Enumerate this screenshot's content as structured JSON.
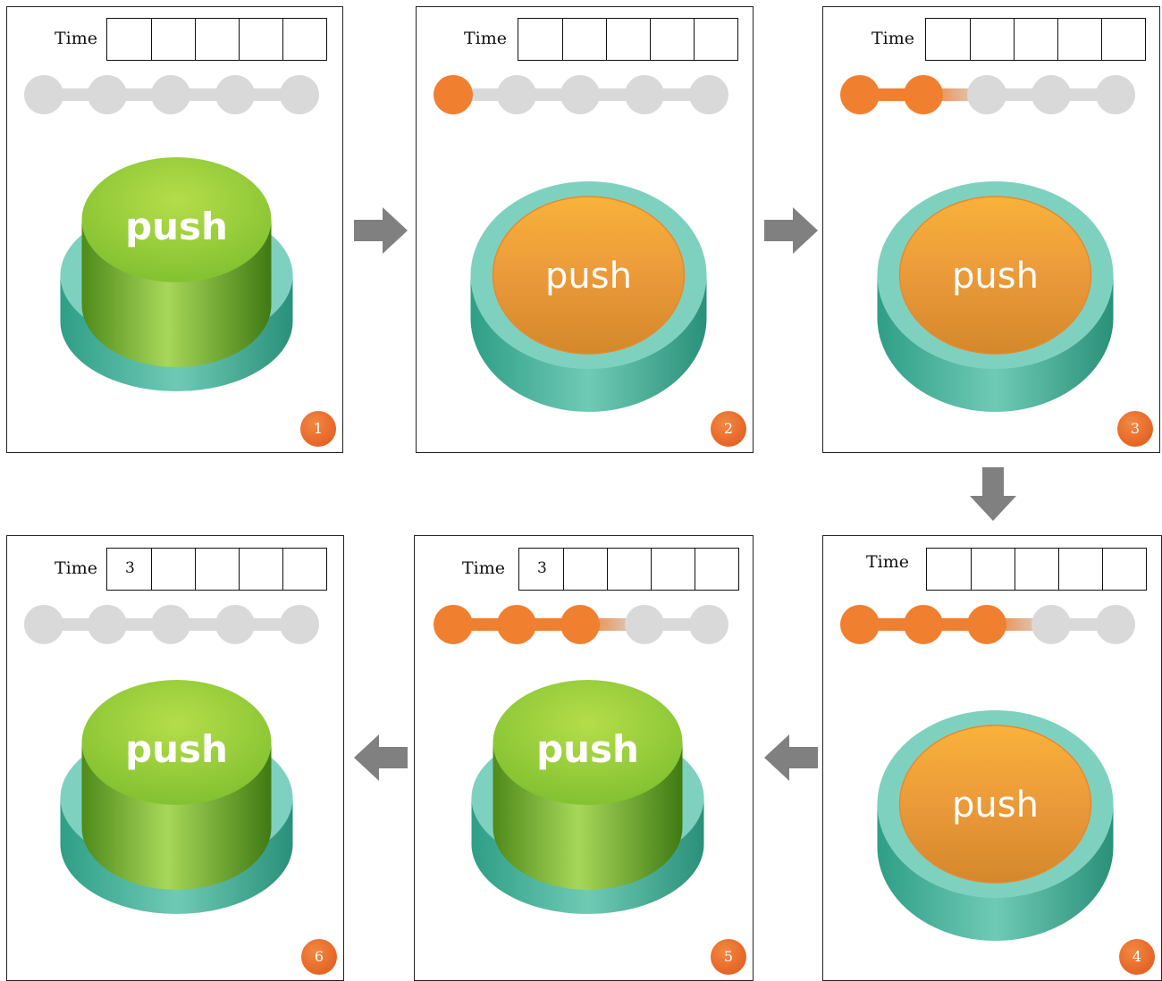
{
  "panels": [
    {
      "step": "1",
      "time_label": "Time",
      "time_cells": [
        "",
        "",
        "",
        "",
        ""
      ],
      "filled_dots": 0,
      "button_state": "released",
      "button_label": "push"
    },
    {
      "step": "2",
      "time_label": "Time",
      "time_cells": [
        "",
        "",
        "",
        "",
        ""
      ],
      "filled_dots": 1,
      "button_state": "pressed",
      "button_label": "push"
    },
    {
      "step": "3",
      "time_label": "Time",
      "time_cells": [
        "",
        "",
        "",
        "",
        ""
      ],
      "filled_dots": 2,
      "button_state": "pressed",
      "button_label": "push"
    },
    {
      "step": "4",
      "time_label": "Time",
      "time_cells": [
        "",
        "",
        "",
        "",
        ""
      ],
      "filled_dots": 3,
      "button_state": "pressed",
      "button_label": "push"
    },
    {
      "step": "5",
      "time_label": "Time",
      "time_cells": [
        "3",
        "",
        "",
        "",
        ""
      ],
      "filled_dots": 3,
      "button_state": "released",
      "button_label": "push"
    },
    {
      "step": "6",
      "time_label": "Time",
      "time_cells": [
        "3",
        "",
        "",
        "",
        ""
      ],
      "filled_dots": 0,
      "button_state": "released",
      "button_label": "push"
    }
  ],
  "colors": {
    "active": "#f07f2f",
    "inactive": "#d9d9d9",
    "released_top": "#8cc63f",
    "pressed_top": "#f2a23a",
    "base": "#7fd1bf",
    "arrow": "#808080"
  },
  "icons": {
    "arrow_right": "arrow-right-icon",
    "arrow_down": "arrow-down-icon",
    "arrow_left": "arrow-left-icon"
  }
}
